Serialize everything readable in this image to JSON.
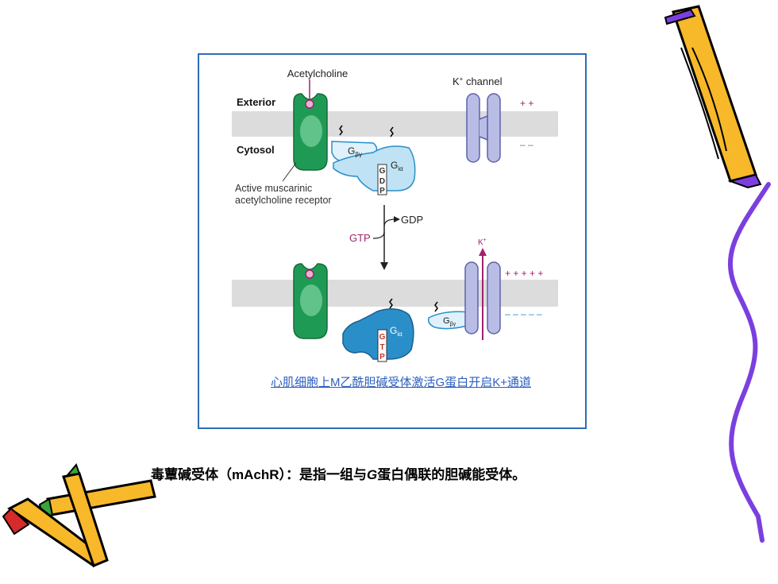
{
  "figure": {
    "acetylcholine": "Acetylcholine",
    "k_channel_prefix": "K",
    "k_channel_suffix": " channel",
    "exterior": "Exterior",
    "cytosol": "Cytosol",
    "receptor_line1": "Active muscarinic",
    "receptor_line2": "acetylcholine receptor",
    "gtp": "GTP",
    "gdp": "GDP",
    "k_plus": "K",
    "g_label": "G",
    "beta_gamma": "βγ",
    "i_alpha": "iα",
    "gdp_letters": [
      "G",
      "D",
      "P"
    ],
    "gtp_letters": [
      "G",
      "T",
      "P"
    ],
    "top_charges_pos": "+ +",
    "top_charges_neg": "– –",
    "bottom_charges_pos": "+ + + + +",
    "bottom_charges_neg": "– – – – –",
    "caption": "心肌细胞上M乙酰胆碱受体激活G蛋白开启K+通道"
  },
  "statement": {
    "prefix": "毒蕈碱受体（mAchR）：是指一组与",
    "g": "G",
    "suffix": "蛋白偶联的胆碱能受体。"
  },
  "colors": {
    "frame": "#2e6db5",
    "membrane": "#dcdcdc",
    "receptor": "#1f9a55",
    "g_protein_light": "#bfe3f5",
    "g_protein_dark": "#2a8fc8",
    "channel": "#b9bde6",
    "k_arrow": "#a0226e",
    "caption": "#2b5fbf"
  },
  "icons": [
    "pencil-icon",
    "pencils-icon",
    "wavy-line-decoration"
  ]
}
